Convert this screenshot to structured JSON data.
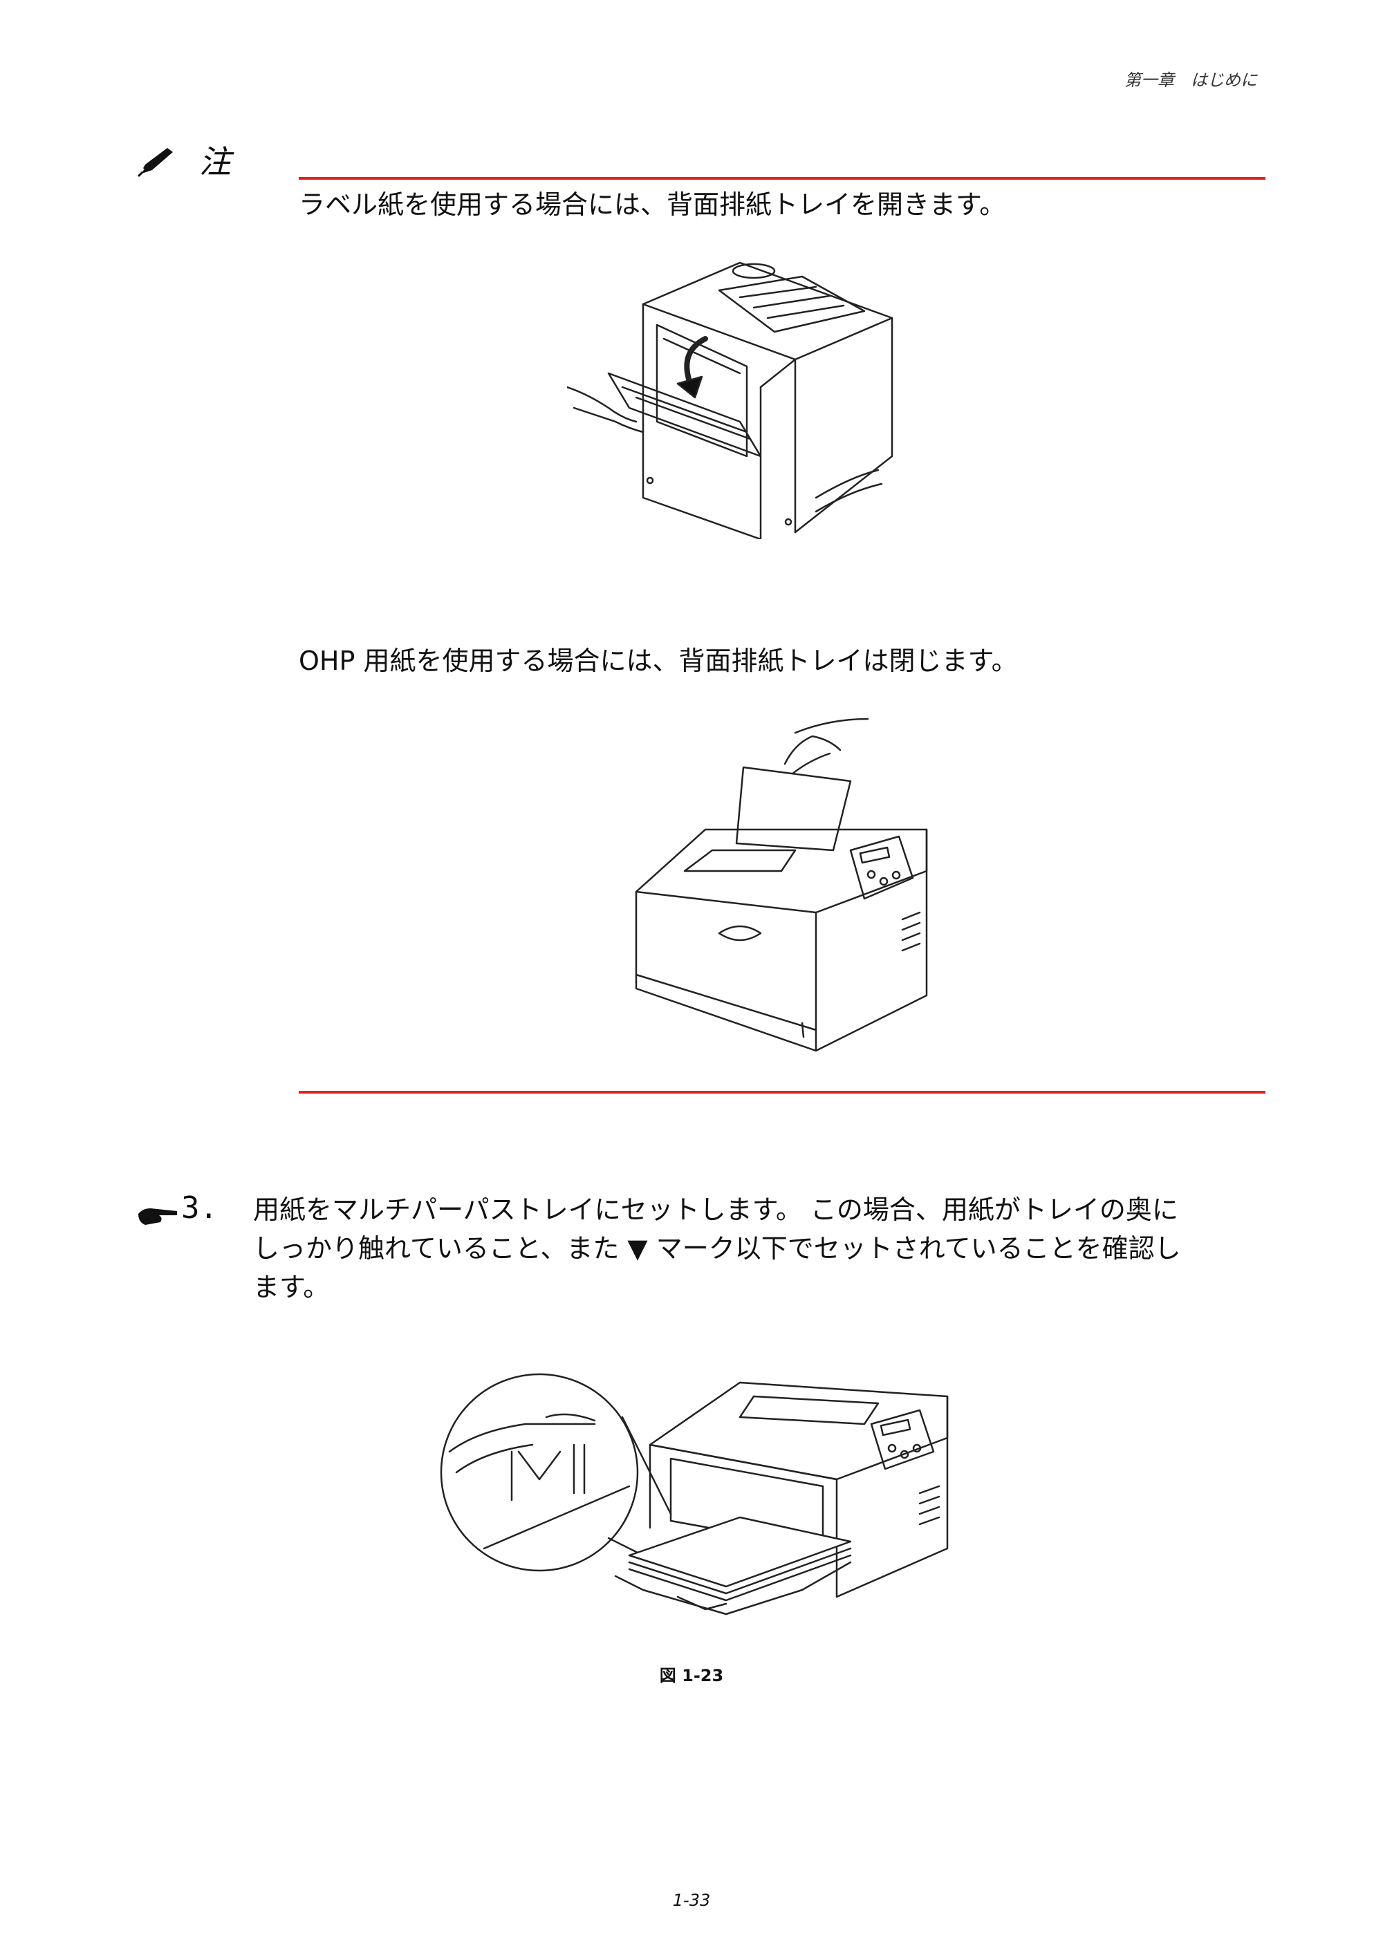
{
  "header": {
    "chapter": "第一章　はじめに"
  },
  "note": {
    "label": "注",
    "icon": "pen-icon",
    "text_1": "ラベル紙を使用する場合には、背面排紙トレイを開きます。",
    "text_2": "OHP 用紙を使用する場合には、背面排紙トレイは閉じます。"
  },
  "step": {
    "icon": "pointing-hand-icon",
    "number": "3.",
    "line_1": "用紙をマルチパーパストレイにセットします。 この場合、用紙がトレイの奥に",
    "line_2": "しっかり触れていること、また ▼ マーク以下でセットされていることを確認し",
    "line_3": "ます。"
  },
  "figure": {
    "caption": "図 1-23"
  },
  "page": {
    "number": "1-33"
  },
  "colors": {
    "rule": "#e0241b",
    "text": "#111111"
  }
}
